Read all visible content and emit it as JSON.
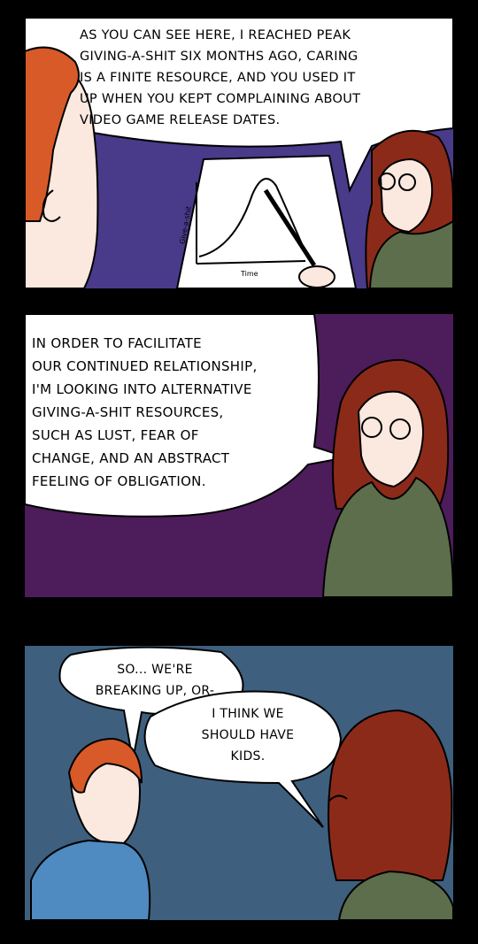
{
  "comic": {
    "panel1": {
      "caption": "AS YOU CAN SEE HERE, I REACHED PEAK\nGIVING-A-SHIT SIX MONTHS AGO, CARING\nIS A FINITE RESOURCE, AND YOU USED IT\nUP WHEN YOU KEPT COMPLAINING ABOUT\nVIDEO GAME RELEASE DATES.",
      "chart_ylabel": "Give-a-shit",
      "chart_xlabel": "Time"
    },
    "panel2": {
      "caption": "IN ORDER TO FACILITATE\nOUR CONTINUED RELATIONSHIP,\nI'M LOOKING INTO ALTERNATIVE\nGIVING-A-SHIT RESOURCES,\nSUCH AS LUST, FEAR OF\nCHANGE, AND AN ABSTRACT\nFEELING OF OBLIGATION."
    },
    "panel3": {
      "man_line": "SO... WE'RE\nBREAKING UP, OR-",
      "woman_line": "I THINK WE\nSHOULD HAVE\nKIDS."
    }
  },
  "colors": {
    "panel1_bg": "#4a3a8a",
    "panel2_bg": "#4d1c5a",
    "panel3_bg": "#3f5f7e",
    "hair_red": "#8c2a1a",
    "hair_orange": "#d85a28",
    "skin": "#fbe8de",
    "sweater_green": "#5c6e4c",
    "shirt_blue": "#4f8ac0"
  }
}
